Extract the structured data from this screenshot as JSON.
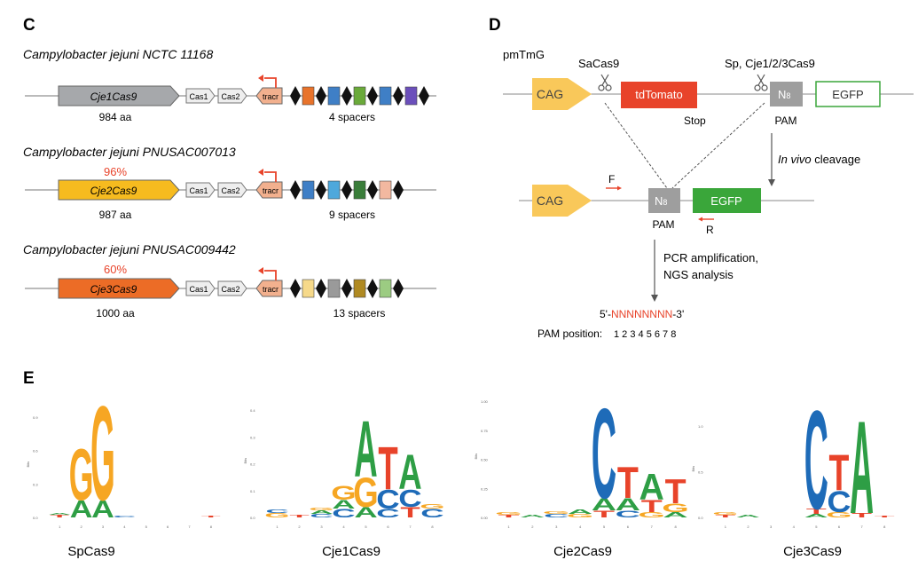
{
  "panels": {
    "c": {
      "letter": "C",
      "loci": [
        {
          "organism": "Campylobacter jejuni NCTC 11168",
          "cas9_label": "Cje1Cas9",
          "cas9_color": "#a6a8ab",
          "identity": "",
          "length": "984 aa",
          "cas1": "Cas1",
          "cas2": "Cas2",
          "tracr": "tracr",
          "spacer_colors": [
            "#e8732b",
            "#3f7fc6",
            "#6aaa3a",
            "#3f7fc6",
            "#6b4fbb"
          ],
          "spacer_count_label": "4 spacers"
        },
        {
          "organism": "Campylobacter jejuni PNUSAC007013",
          "cas9_label": "Cje2Cas9",
          "cas9_color": "#f6bb1f",
          "identity": "96%",
          "length": "987 aa",
          "cas1": "Cas1",
          "cas2": "Cas2",
          "tracr": "tracr",
          "spacer_colors": [
            "#3f7fc6",
            "#4ea8dc",
            "#3a7d3a",
            "#f2b8a0"
          ],
          "spacer_count_label": "9 spacers"
        },
        {
          "organism": "Campylobacter jejuni PNUSAC009442",
          "cas9_label": "Cje3Cas9",
          "cas9_color": "#ec6c26",
          "identity": "60%",
          "length": "1000 aa",
          "cas1": "Cas1",
          "cas2": "Cas2",
          "tracr": "tracr",
          "spacer_colors": [
            "#f6d98a",
            "#9a9a9a",
            "#b08a22",
            "#9ccc82"
          ],
          "spacer_count_label": "13 spacers"
        }
      ]
    },
    "d": {
      "letter": "D",
      "construct": "pmTmG",
      "saCas9": "SaCas9",
      "spCje": "Sp, Cje1/2/3Cas9",
      "cag": "CAG",
      "tdTomato": "tdTomato",
      "stop": "Stop",
      "n8": "N",
      "n8_sub": "8",
      "pam": "PAM",
      "egfp": "EGFP",
      "in_vivo_italic": "In vivo",
      "cleavage": " cleavage",
      "primer_f": "F",
      "primer_r": "R",
      "pcr_line1": "PCR amplification,",
      "pcr_line2": "NGS analysis",
      "seq_prefix": "5'-",
      "seq_n": "NNNNNNNN",
      "seq_suffix": "-3'",
      "pam_position_label": "PAM position:",
      "pam_positions": "1 2 3 4 5 6 7 8",
      "colors": {
        "cag": "#f9c85a",
        "tdTomato": "#e8432a",
        "egfp": "#3aa63a",
        "n8": "#9e9e9e",
        "red_text": "#e8432a"
      }
    },
    "e": {
      "letter": "E",
      "logos": [
        {
          "name": "SpCas9",
          "ylabel": "Bits",
          "y_ticks": [
            "0.9",
            "0.6",
            "0.3",
            "0.0"
          ],
          "x_ticks": [
            "1",
            "2",
            "3",
            "4",
            "5",
            "6",
            "7",
            "8"
          ]
        },
        {
          "name": "Cje1Cas9",
          "ylabel": "Bits",
          "y_ticks": [
            "0.4",
            "0.3",
            "0.2",
            "0.1",
            "0.0"
          ],
          "x_ticks": [
            "1",
            "2",
            "3",
            "4",
            "5",
            "6",
            "7",
            "8"
          ]
        },
        {
          "name": "Cje2Cas9",
          "ylabel": "Bits",
          "y_ticks": [
            "1.00",
            "0.75",
            "0.50",
            "0.25",
            "0.00"
          ],
          "x_ticks": [
            "1",
            "2",
            "3",
            "4",
            "5",
            "6",
            "7",
            "8"
          ]
        },
        {
          "name": "Cje3Cas9",
          "ylabel": "Bits",
          "y_ticks": [
            "1.0",
            "0.5",
            "0.0"
          ],
          "x_ticks": [
            "1",
            "2",
            "3",
            "4",
            "5",
            "6",
            "7",
            "8"
          ]
        }
      ],
      "base_colors": {
        "A": "#2e9e45",
        "C": "#1e6bb8",
        "G": "#f6a623",
        "T": "#e8432a"
      }
    }
  }
}
